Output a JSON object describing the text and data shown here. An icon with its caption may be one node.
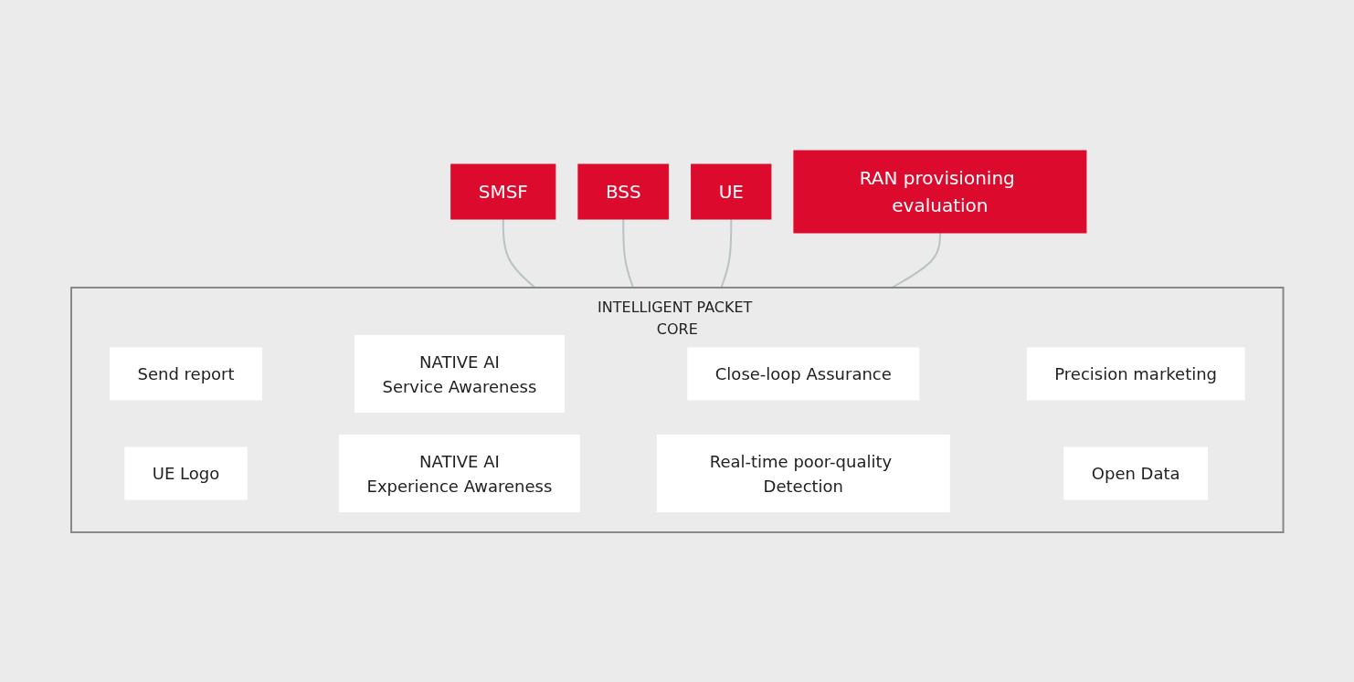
{
  "diagram": {
    "nodes": [
      {
        "text": [
          "SMSF"
        ]
      },
      {
        "text": [
          "BSS"
        ]
      },
      {
        "text": [
          "INTELLIGENT PACKET CORE"
        ]
      },
      {
        "text": [
          "Send report"
        ],
        "in": 2
      },
      {
        "text": [
          "NATIVE AI",
          "Service Awareness"
        ],
        "in": 2
      },
      {
        "text": [
          "Close-loop Assurance"
        ],
        "in": 2
      },
      {
        "text": [
          "Precision marketing"
        ],
        "in": 2
      },
      {
        "text": [
          "UE Logo"
        ],
        "in": 2
      },
      {
        "text": [
          "NATIVE AI",
          "Experience Awareness"
        ],
        "in": 2
      },
      {
        "text": [
          "Real-time poor-quality Detection"
        ],
        "in": 2
      },
      {
        "text": [
          "Open Data"
        ],
        "in": 2
      },
      {
        "text": [
          "UE"
        ]
      },
      {
        "text": [
          "RAN provisioning evaluation"
        ]
      }
    ],
    "edges": [
      {
        "from": 0,
        "to": 2,
        "arrow": "none"
      },
      {
        "from": 1,
        "to": 2,
        "arrow": "none"
      },
      {
        "from": 11,
        "to": 2,
        "arrow": "none"
      },
      {
        "from": 12,
        "to": 2,
        "arrow": "none"
      }
    ]
  }
}
